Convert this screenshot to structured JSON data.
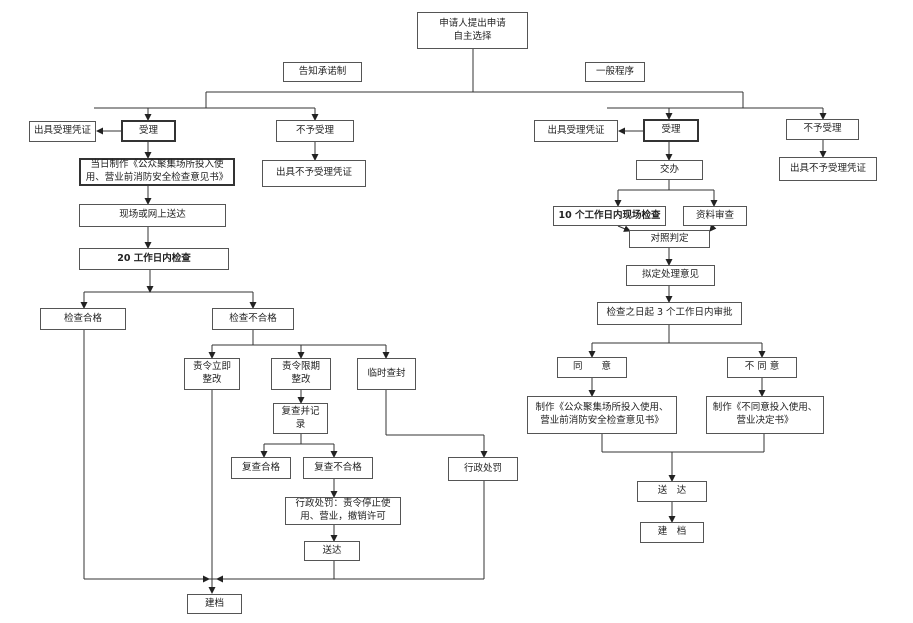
{
  "nodes": {
    "apply": "申请人提出申请\n自主选择",
    "notify_commit": "告知承诺制",
    "general": "一般程序",
    "l_issue_receipt": "出具受理凭证",
    "l_accept": "受理",
    "l_reject": "不予受理",
    "l_issue_reject": "出具不予受理凭证",
    "l_same_day": "当日制作《公众聚集场所投入使用、营业前消防安全检查意见书》",
    "l_deliver_site": "现场或网上送达",
    "l_check20": "20 工作日内检查",
    "l_pass": "检查合格",
    "l_fail": "检查不合格",
    "l_rect_now": "责令立即\n整改",
    "l_rect_limit": "责令限期\n整改",
    "l_seal": "临时查封",
    "l_recheck_record": "复查并记\n录",
    "l_recheck_pass": "复查合格",
    "l_recheck_fail": "复查不合格",
    "l_admin_penalty_order": "行政处罚：责令停止使用、营业，撤销许可",
    "l_admin_penalty": "行政处罚",
    "l_deliver": "送达",
    "l_archive": "建档",
    "r_issue_receipt": "出具受理凭证",
    "r_accept": "受理",
    "r_reject": "不予受理",
    "r_issue_reject": "出具不予受理凭证",
    "r_assign": "交办",
    "r_check10": "10 个工作日内现场检查",
    "r_review": "资料审查",
    "r_compare": "对照判定",
    "r_draft": "拟定处理意见",
    "r_approve3": "检查之日起 3 个工作日内审批",
    "r_agree": "同　　意",
    "r_disagree": "不 同 意",
    "r_make_opinion": "制作《公众聚集场所投入使用、营业前消防安全检查意见书》",
    "r_make_decision": "制作《不同意投入使用、营业决定书》",
    "r_deliver": "送　达",
    "r_archive": "建　档"
  }
}
